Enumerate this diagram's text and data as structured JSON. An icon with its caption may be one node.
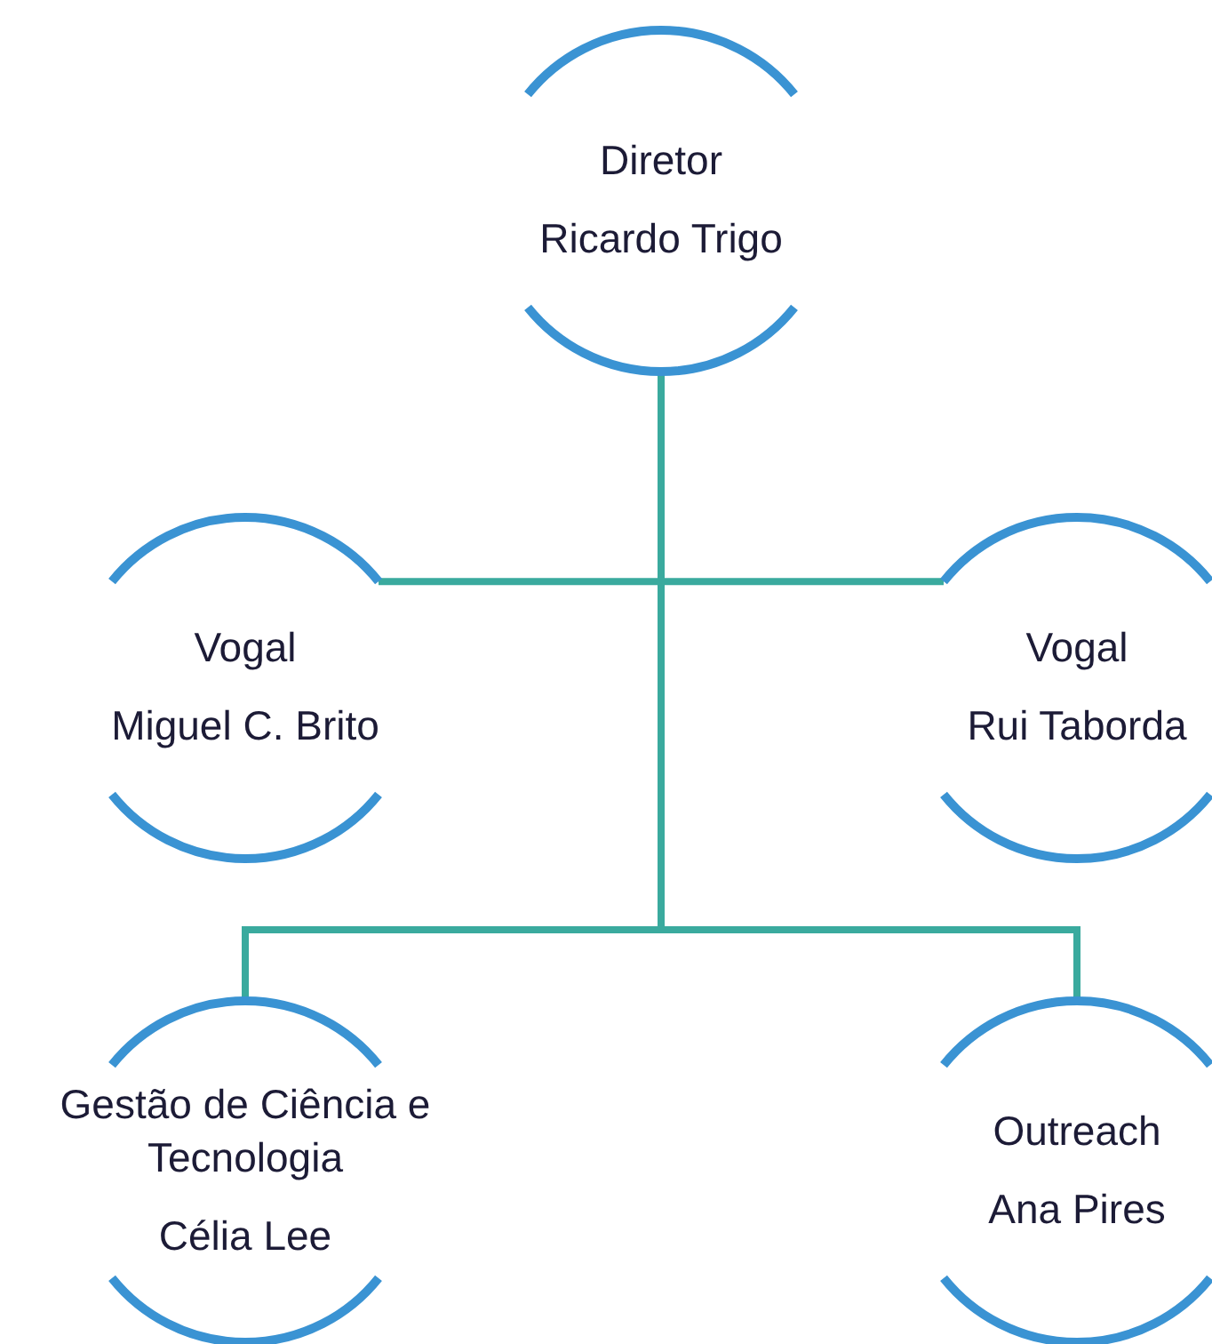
{
  "diagram": {
    "nodes": [
      {
        "text": [
          "Diretor",
          "Ricardo Trigo"
        ]
      },
      {
        "text": [
          "Vogal",
          "Miguel C. Brito"
        ]
      },
      {
        "text": [
          "Vogal",
          "Rui Taborda"
        ]
      },
      {
        "text": [
          "Gestão de Ciência e Tecnologia",
          "Célia Lee"
        ]
      },
      {
        "text": [
          "Outreach",
          "Ana Pires"
        ]
      }
    ],
    "edges": [
      {
        "from": 0,
        "to": 1,
        "arrow": "none"
      },
      {
        "from": 0,
        "to": 2,
        "arrow": "none"
      },
      {
        "from": 0,
        "to": 3,
        "arrow": "none"
      },
      {
        "from": 0,
        "to": 4,
        "arrow": "none"
      }
    ]
  }
}
